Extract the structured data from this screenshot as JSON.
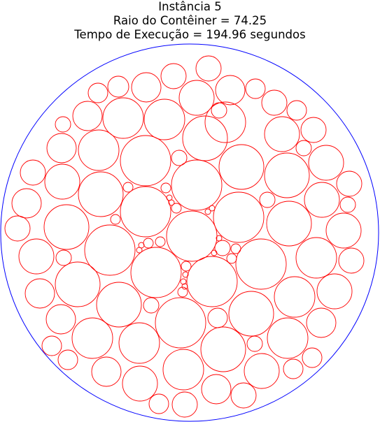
{
  "header": {
    "line1": "Instância 5",
    "line2": "Raio do Contêiner = 74.25",
    "line3": "Tempo de Execução = 194.96 segundos"
  },
  "colors": {
    "container": "#0000ff",
    "items": "#ff0000",
    "background": "#ffffff"
  },
  "container": {
    "radius": 74.25
  }
}
